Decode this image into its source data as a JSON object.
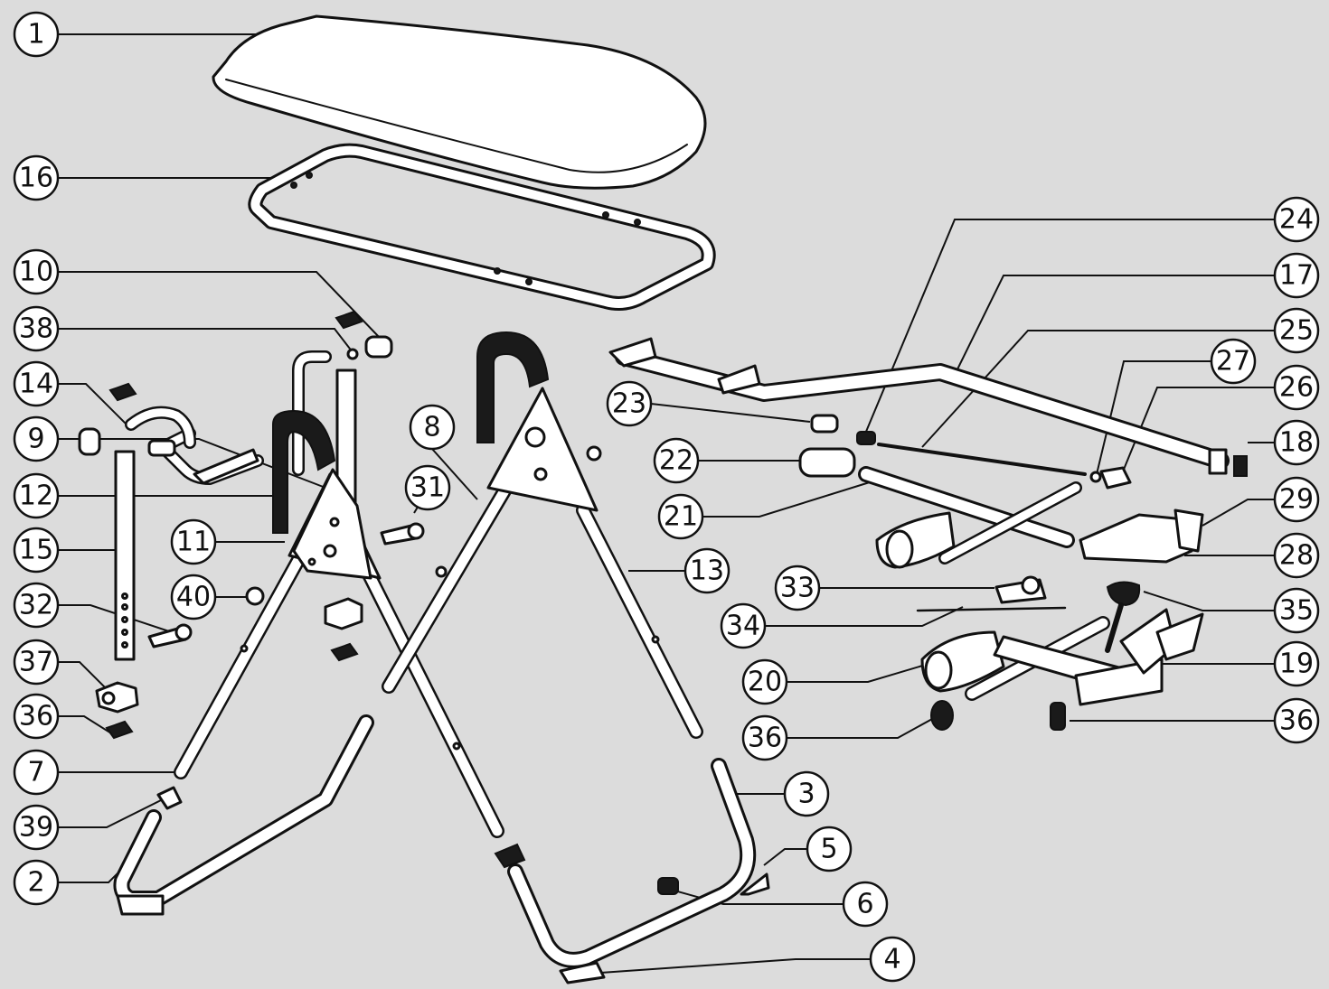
{
  "colors": {
    "background": "#dcdcdc",
    "line": "#111111",
    "part_fill": "#ffffff",
    "foam": "#1a1a1a"
  },
  "callouts": [
    {
      "id": "c1",
      "label": "1"
    },
    {
      "id": "c16",
      "label": "16"
    },
    {
      "id": "c10",
      "label": "10"
    },
    {
      "id": "c38",
      "label": "38"
    },
    {
      "id": "c14",
      "label": "14"
    },
    {
      "id": "c9",
      "label": "9"
    },
    {
      "id": "c12",
      "label": "12"
    },
    {
      "id": "c15",
      "label": "15"
    },
    {
      "id": "c11",
      "label": "11"
    },
    {
      "id": "c31",
      "label": "31"
    },
    {
      "id": "c40",
      "label": "40"
    },
    {
      "id": "c32",
      "label": "32"
    },
    {
      "id": "c37",
      "label": "37"
    },
    {
      "id": "c36a",
      "label": "36"
    },
    {
      "id": "c7",
      "label": "7"
    },
    {
      "id": "c39",
      "label": "39"
    },
    {
      "id": "c2",
      "label": "2"
    },
    {
      "id": "c8",
      "label": "8"
    },
    {
      "id": "c13",
      "label": "13"
    },
    {
      "id": "c23",
      "label": "23"
    },
    {
      "id": "c22",
      "label": "22"
    },
    {
      "id": "c21",
      "label": "21"
    },
    {
      "id": "c24",
      "label": "24"
    },
    {
      "id": "c17",
      "label": "17"
    },
    {
      "id": "c25",
      "label": "25"
    },
    {
      "id": "c27",
      "label": "27"
    },
    {
      "id": "c26",
      "label": "26"
    },
    {
      "id": "c18",
      "label": "18"
    },
    {
      "id": "c29",
      "label": "29"
    },
    {
      "id": "c28",
      "label": "28"
    },
    {
      "id": "c33",
      "label": "33"
    },
    {
      "id": "c34",
      "label": "34"
    },
    {
      "id": "c35",
      "label": "35"
    },
    {
      "id": "c20",
      "label": "20"
    },
    {
      "id": "c19",
      "label": "19"
    },
    {
      "id": "c36b",
      "label": "36"
    },
    {
      "id": "c36c",
      "label": "36"
    },
    {
      "id": "c3",
      "label": "3"
    },
    {
      "id": "c5",
      "label": "5"
    },
    {
      "id": "c6",
      "label": "6"
    },
    {
      "id": "c4",
      "label": "4"
    }
  ]
}
